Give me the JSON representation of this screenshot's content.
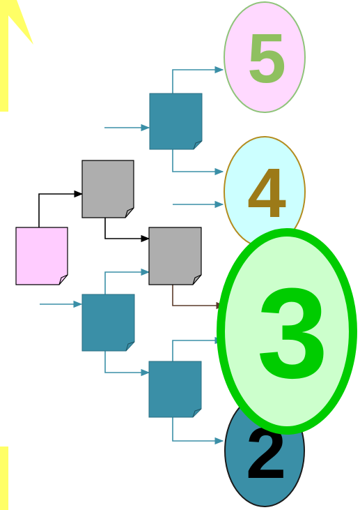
{
  "diagram": {
    "colors": {
      "teal": "#3a8fa7",
      "gray": "#aeaeae",
      "pink_doc": "#ffccff",
      "yellow_arrow": "#ffff66",
      "teal_line": "#3a8fa7",
      "black_line": "#000000",
      "brown_line": "#5a3a2a"
    },
    "circles": [
      {
        "id": "c5",
        "label": "5",
        "fill": "#ffd9ff",
        "stroke": "#8fc47a",
        "text_color": "#8fc060"
      },
      {
        "id": "c4",
        "label": "4",
        "fill": "#ccffff",
        "stroke": "#b38c1f",
        "text_color": "#9c7a18"
      },
      {
        "id": "c3",
        "label": "3",
        "fill": "#ccffcc",
        "stroke": "#00cc00",
        "text_color": "#00cc00"
      },
      {
        "id": "c2",
        "label": "2",
        "fill": "#3a8fa7",
        "stroke": "#1a1a1a",
        "text_color": "#000000"
      }
    ]
  }
}
